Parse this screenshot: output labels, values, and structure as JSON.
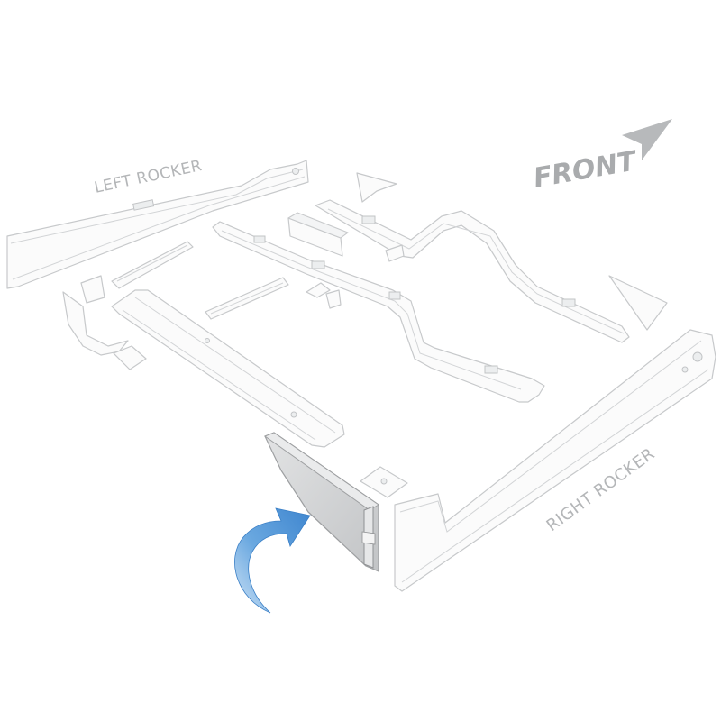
{
  "labels": {
    "left_rocker": "LEFT ROCKER",
    "right_rocker": "RIGHT ROCKER",
    "front": "FRONT"
  },
  "colors": {
    "part_fill": "#fbfbfb",
    "part_outline": "#c7c9cb",
    "label_gray": "#b4b6b8",
    "highlight_panel": "#c9cbcd",
    "arrow_blue": "#4f93d6"
  },
  "icons": {
    "direction": "front-arrow-icon",
    "pointer": "curved-arrow-icon"
  }
}
